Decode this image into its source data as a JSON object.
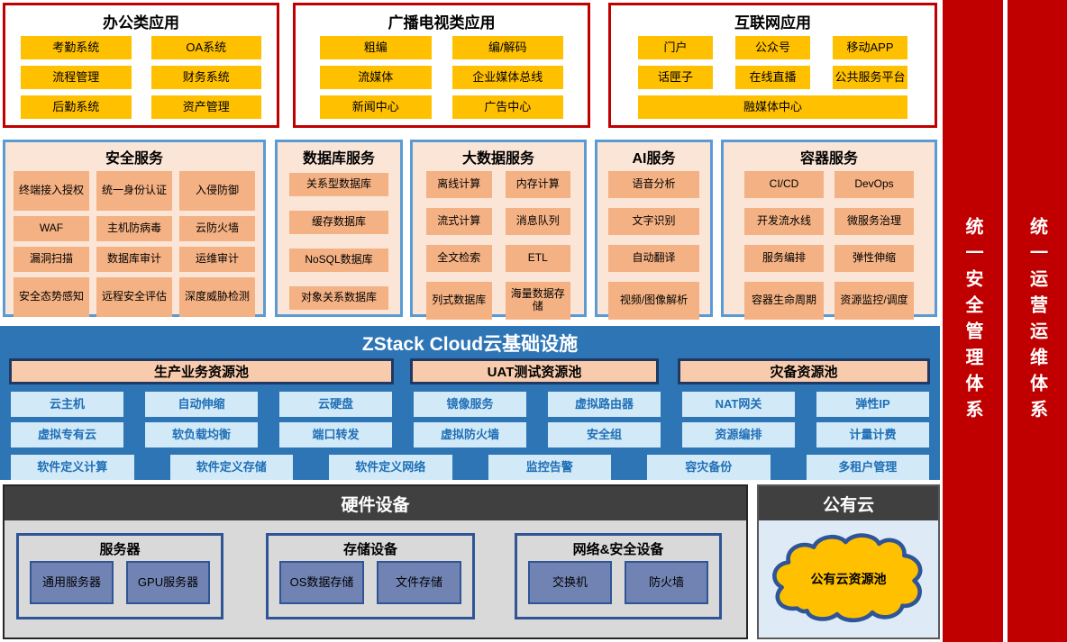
{
  "top_apps": {
    "office": {
      "title": "办公类应用",
      "items": [
        "考勤系统",
        "OA系统",
        "流程管理",
        "财务系统",
        "后勤系统",
        "资产管理"
      ]
    },
    "broadcast": {
      "title": "广播电视类应用",
      "items": [
        "粗编",
        "编/解码",
        "流媒体",
        "企业媒体总线",
        "新闻中心",
        "广告中心"
      ]
    },
    "internet": {
      "title": "互联网应用",
      "items": [
        "门户",
        "公众号",
        "移动APP",
        "话匣子",
        "在线直播",
        "公共服务平台",
        "融媒体中心"
      ]
    }
  },
  "services": {
    "security": {
      "title": "安全服务",
      "items": [
        "终端接入授权",
        "统一身份认证",
        "入侵防御",
        "WAF",
        "主机防病毒",
        "云防火墙",
        "漏洞扫描",
        "数据库审计",
        "运维审计",
        "安全态势感知",
        "远程安全评估",
        "深度威胁检测"
      ]
    },
    "database": {
      "title": "数据库服务",
      "items": [
        "关系型数据库",
        "缓存数据库",
        "NoSQL数据库",
        "对象关系数据库"
      ]
    },
    "bigdata": {
      "title": "大数据服务",
      "items": [
        "离线计算",
        "内存计算",
        "流式计算",
        "消息队列",
        "全文检索",
        "ETL",
        "列式数据库",
        "海量数据存储"
      ]
    },
    "ai": {
      "title": "AI服务",
      "items": [
        "语音分析",
        "文字识别",
        "自动翻译",
        "视频/图像解析"
      ]
    },
    "container": {
      "title": "容器服务",
      "items": [
        "CI/CD",
        "DevOps",
        "开发流水线",
        "微服务治理",
        "服务编排",
        "弹性伸缩",
        "容器生命周期",
        "资源监控/调度"
      ]
    }
  },
  "zstack": {
    "title": "ZStack Cloud云基础设施",
    "pools": [
      "生产业务资源池",
      "UAT测试资源池",
      "灾备资源池"
    ],
    "rows": [
      [
        "云主机",
        "自动伸缩",
        "云硬盘",
        "镜像服务",
        "虚拟路由器",
        "NAT网关",
        "弹性IP"
      ],
      [
        "虚拟专有云",
        "软负载均衡",
        "端口转发",
        "虚拟防火墙",
        "安全组",
        "资源编排",
        "计量计费"
      ],
      [
        "软件定义计算",
        "软件定义存储",
        "软件定义网络",
        "监控告警",
        "容灾备份",
        "多租户管理"
      ]
    ]
  },
  "hardware": {
    "title": "硬件设备",
    "groups": [
      {
        "title": "服务器",
        "items": [
          "通用服务器",
          "GPU服务器"
        ]
      },
      {
        "title": "存储设备",
        "items": [
          "OS数据存储",
          "文件存储"
        ]
      },
      {
        "title": "网络&安全设备",
        "items": [
          "交换机",
          "防火墙"
        ]
      }
    ]
  },
  "public_cloud": {
    "title": "公有云",
    "cloud_label": "公有云资源池"
  },
  "side_bars": [
    {
      "label": "统一安全管理体系"
    },
    {
      "label": "统一运营运维体系"
    }
  ],
  "colors": {
    "red": "#C00000",
    "yellow": "#FFC000",
    "salmon_button": "#F4B183",
    "salmon_panel_bg": "#FBE5D6",
    "pool_header_bg": "#F8CBAD",
    "panel_border_blue": "#5B9BD5",
    "zstack_bg": "#2E75B6",
    "light_blue_button": "#D2E9F8",
    "navy_border": "#203864",
    "dark_gray": "#404040",
    "light_gray": "#D9D9D9",
    "slate_button": "#7183B3",
    "cloud_body_bg": "#DEEBF7"
  }
}
